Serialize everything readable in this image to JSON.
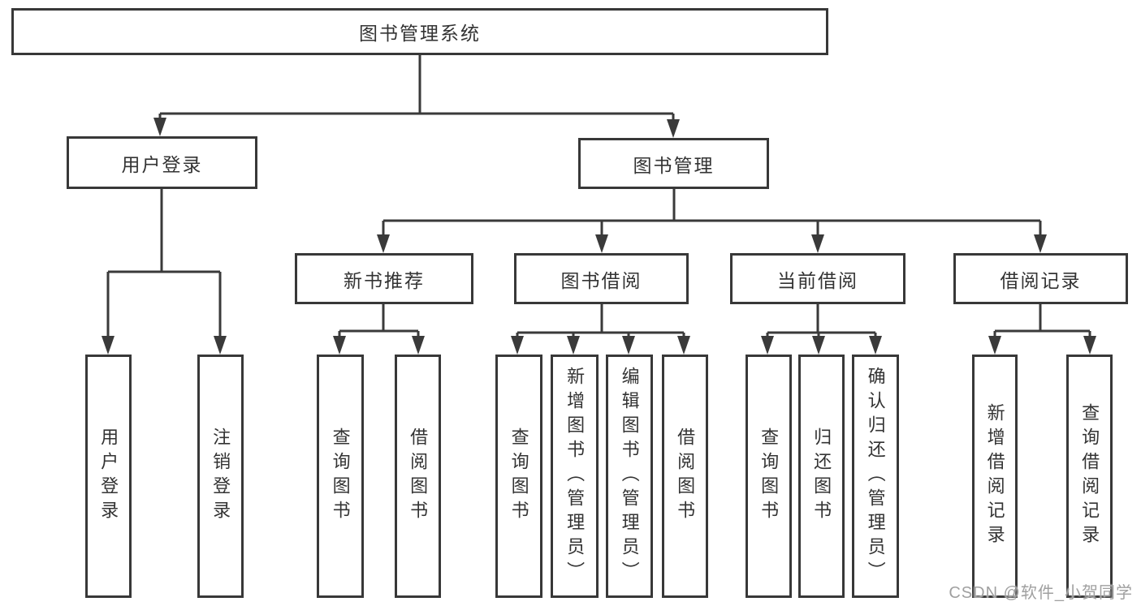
{
  "colors": {
    "line": "#3a3a3a",
    "box_border": "#383838",
    "text": "#333333",
    "watermark": "#a0a0a0",
    "background": "#ffffff"
  },
  "watermark": "CSDN @软件_小贺同学",
  "tree": {
    "root": "图书管理系统",
    "branches": [
      {
        "label": "用户登录",
        "children": [
          "用户登录",
          "注销登录"
        ]
      },
      {
        "label": "图书管理",
        "children": [
          {
            "label": "新书推荐",
            "children": [
              "查询图书",
              "借阅图书"
            ]
          },
          {
            "label": "图书借阅",
            "children": [
              "查询图书",
              "新增图书（管理员）",
              "编辑图书（管理员）",
              "借阅图书"
            ]
          },
          {
            "label": "当前借阅",
            "children": [
              "查询图书",
              "归还图书",
              "确认归还（管理员）"
            ]
          },
          {
            "label": "借阅记录",
            "children": [
              "新增借阅记录",
              "查询借阅记录"
            ]
          }
        ]
      }
    ]
  }
}
